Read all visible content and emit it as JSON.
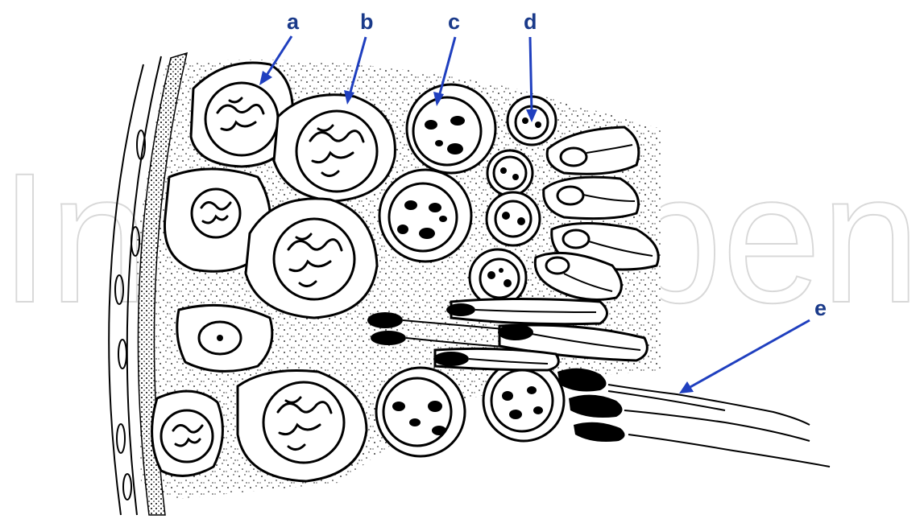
{
  "watermark": {
    "text": "IntechOpen"
  },
  "labels": {
    "a": "a",
    "b": "b",
    "c": "c",
    "d": "d",
    "e": "e"
  },
  "colors": {
    "label": "#1a3a8a",
    "arrow": "#1f3fbf",
    "ink": "#000000",
    "watermark": "#d8d8d8"
  }
}
